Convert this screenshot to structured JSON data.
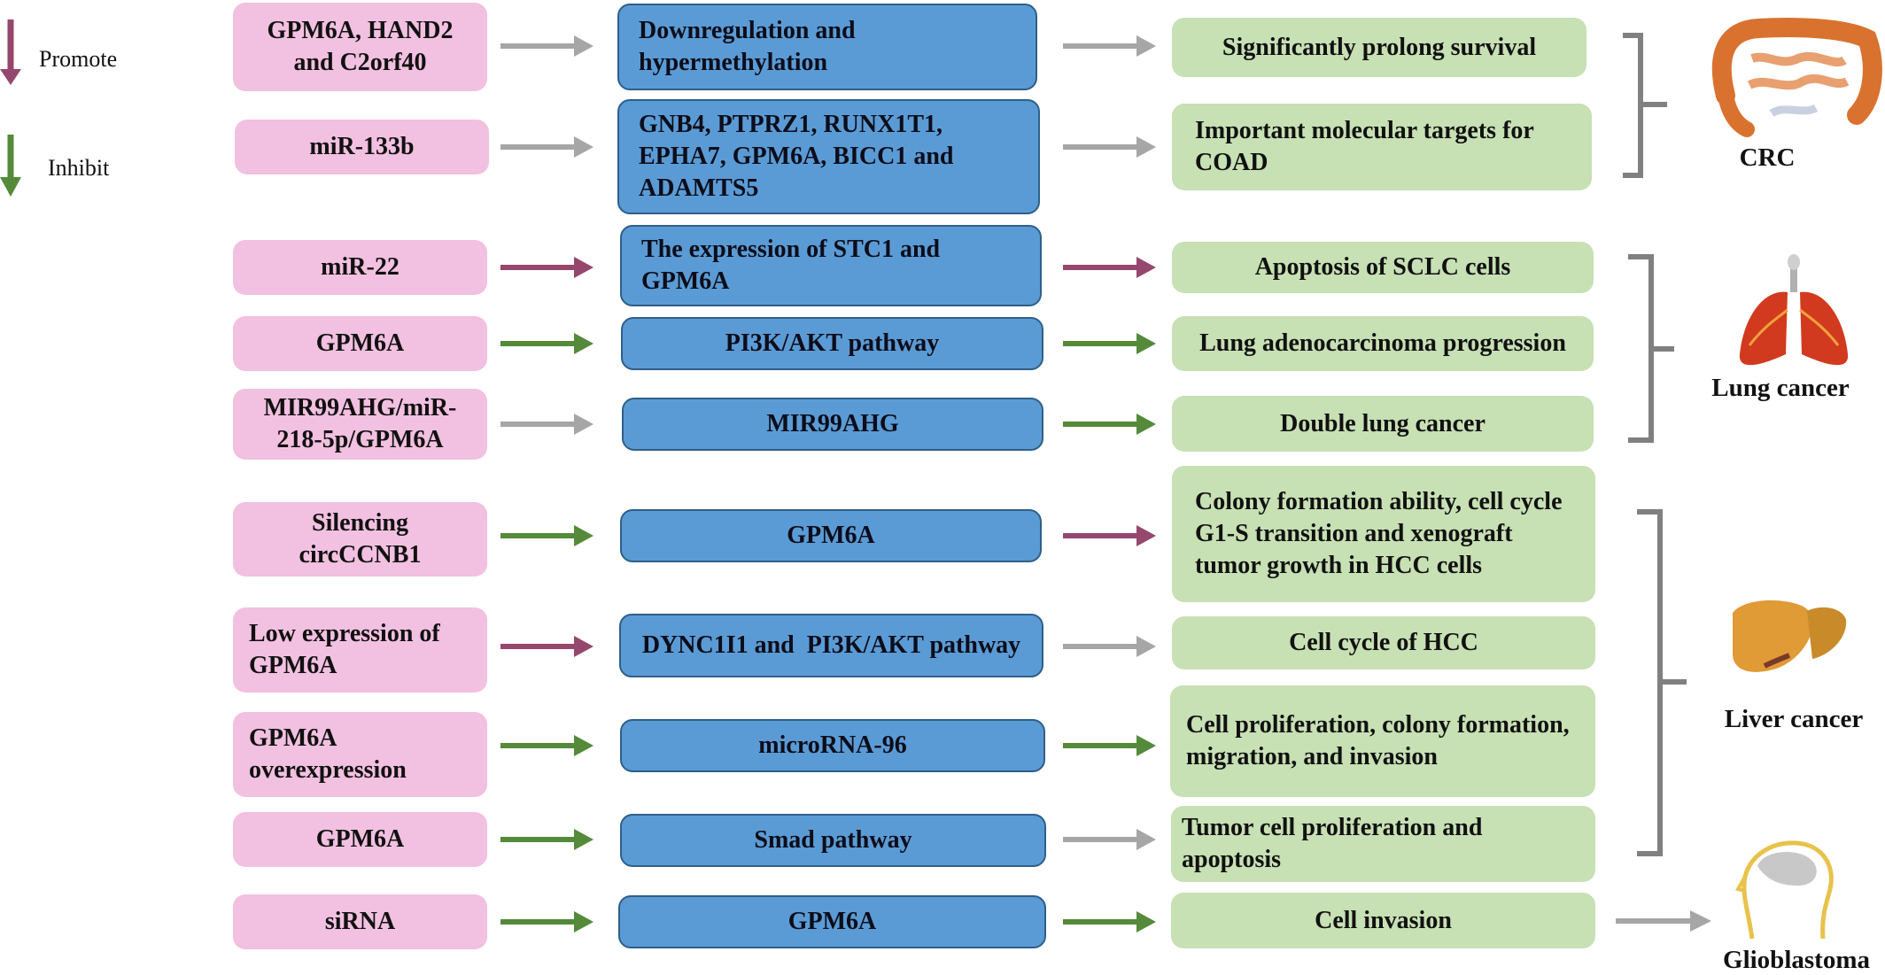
{
  "legend": {
    "promote": "Promote",
    "inhibit": "Inhibit"
  },
  "colors": {
    "promote": "#96476e",
    "inhibit": "#548a3a",
    "neutral": "#a6a6a6",
    "bracket": "#808080"
  },
  "rows": [
    {
      "cause": "GPM6A, HAND2 and C2orf40",
      "mechanism": "Downregulation and hypermethylation",
      "outcome": "Significantly prolong survival",
      "arrow1": "neutral",
      "arrow2": "neutral"
    },
    {
      "cause": "miR-133b",
      "mechanism": "GNB4, PTPRZ1, RUNX1T1, EPHA7, GPM6A, BICC1 and ADAMTS5",
      "outcome": "Important molecular targets for COAD",
      "arrow1": "neutral",
      "arrow2": "neutral"
    },
    {
      "cause": "miR-22",
      "mechanism": "The expression of STC1 and GPM6A",
      "outcome": "Apoptosis of SCLC cells",
      "arrow1": "promote",
      "arrow2": "promote"
    },
    {
      "cause": "GPM6A",
      "mechanism": "PI3K/AKT pathway",
      "outcome": "Lung adenocarcinoma progression",
      "arrow1": "inhibit",
      "arrow2": "inhibit"
    },
    {
      "cause": "MIR99AHG/miR-218-5p/GPM6A",
      "mechanism": "MIR99AHG",
      "outcome": "Double lung cancer",
      "arrow1": "neutral",
      "arrow2": "inhibit"
    },
    {
      "cause": "Silencing circCCNB1",
      "mechanism": "GPM6A",
      "outcome": "Colony formation ability, cell cycle G1-S transition and xenograft tumor growth in HCC cells",
      "arrow1": "inhibit",
      "arrow2": "promote"
    },
    {
      "cause": "Low expression of GPM6A",
      "mechanism": "DYNC1I1 and  PI3K/AKT pathway",
      "outcome": "Cell cycle of HCC",
      "arrow1": "promote",
      "arrow2": "neutral"
    },
    {
      "cause": "GPM6A overexpression",
      "mechanism": "microRNA-96",
      "outcome": "Cell proliferation, colony formation, migration, and invasion",
      "arrow1": "inhibit",
      "arrow2": "inhibit"
    },
    {
      "cause": "GPM6A",
      "mechanism": "Smad pathway",
      "outcome": "Tumor cell proliferation and apoptosis",
      "arrow1": "inhibit",
      "arrow2": "neutral"
    },
    {
      "cause": "siRNA",
      "mechanism": "GPM6A",
      "outcome": "Cell invasion",
      "arrow1": "inhibit",
      "arrow2": "inhibit"
    }
  ],
  "groups": {
    "crc": "CRC",
    "lung": "Lung cancer",
    "liver": "Liver cancer",
    "glio": "Glioblastoma"
  },
  "icons": {
    "crc": "intestine-icon",
    "lung": "lungs-icon",
    "liver": "liver-icon",
    "glio": "brain-head-icon"
  }
}
